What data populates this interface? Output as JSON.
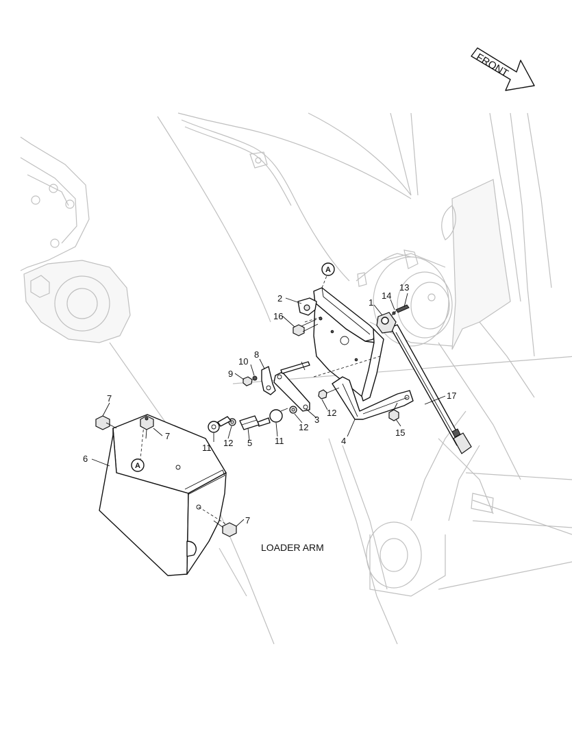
{
  "diagram": {
    "direction_label": "FRONT",
    "caption": "LOADER ARM",
    "reference_marker": "A",
    "callouts": {
      "c1": "1",
      "c2": "2",
      "c3": "3",
      "c4": "4",
      "c5": "5",
      "c6": "6",
      "c7a": "7",
      "c7b": "7",
      "c7c": "7",
      "c8": "8",
      "c9": "9",
      "c10": "10",
      "c11a": "11",
      "c11b": "11",
      "c12a": "12",
      "c12b": "12",
      "c12c": "12",
      "c13": "13",
      "c14": "14",
      "c15": "15",
      "c16": "16",
      "c17": "17"
    }
  }
}
